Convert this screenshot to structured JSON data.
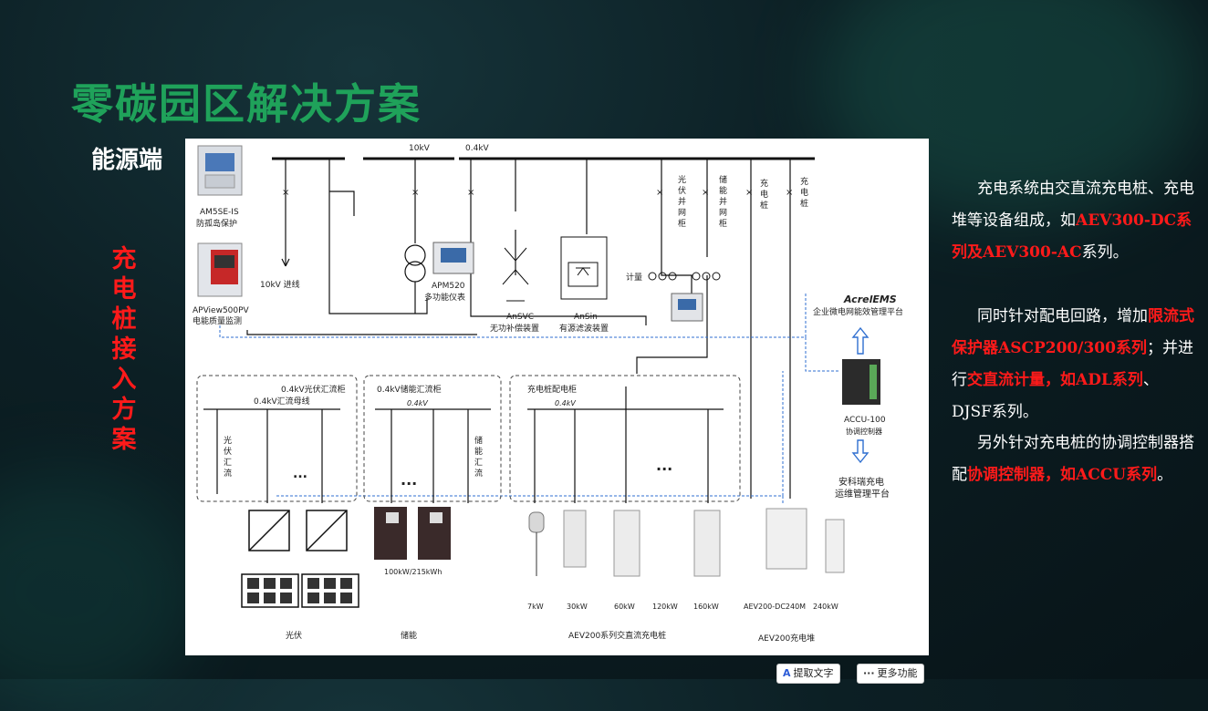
{
  "slide": {
    "title": "零碳园区解决方案",
    "subtitle": "能源端",
    "vertical_label": [
      "充",
      "电",
      "桩",
      "接",
      "入",
      "方",
      "案"
    ]
  },
  "diagram": {
    "top_labels": {
      "v10": "10kV",
      "v04": "0.4kV"
    },
    "devices": {
      "am5se_1": "AM5SE-IS",
      "am5se_2": "防孤岛保护",
      "apview_1": "APView500PV",
      "apview_2": "电能质量监测",
      "incoming": "10kV 进线",
      "apm_1": "APM520",
      "apm_2": "多功能仪表",
      "ansvc_1": "AnSVC",
      "ansvc_2": "无功补偿装置",
      "ansin_1": "AnSin",
      "ansin_2": "有源滤波装置",
      "metering": "计量",
      "pv_cabinet": [
        "光",
        "伏",
        "并",
        "网",
        "柜"
      ],
      "es_cabinet": [
        "储",
        "能",
        "并",
        "网",
        "柜"
      ],
      "charge1": [
        "充",
        "电",
        "桩"
      ],
      "charge2": [
        "充",
        "电",
        "桩"
      ]
    },
    "ems": {
      "name": "AcrelEMS",
      "desc": "企业微电网能效管理平台"
    },
    "accu": {
      "name": "ACCU-100",
      "desc": "协调控制器"
    },
    "ops": {
      "line1": "安科瑞充电",
      "line2": "运维管理平台"
    },
    "boxes": {
      "pv_box_title": "0.4kV光伏汇流柜",
      "pv_bus": "0.4kV汇流母线",
      "pv_switch": [
        "光",
        "伏",
        "汇",
        "流"
      ],
      "es_box_title": "0.4kV储能汇流柜",
      "es_voltage": "0.4kV",
      "es_switch": [
        "储",
        "能",
        "汇",
        "流"
      ],
      "charge_box_title": "充电桩配电柜",
      "charge_voltage": "0.4kV",
      "dots": "..."
    },
    "capacity_label": "100kW/215kWh",
    "charger_powers": [
      "7kW",
      "30kW",
      "60kW",
      "120kW",
      "160kW",
      "AEV200-DC240M",
      "240kW"
    ],
    "bottom_labels": {
      "pv": "光伏",
      "es": "储能",
      "chargers": "AEV200系列交直流充电桩",
      "stack": "AEV200充电堆"
    }
  },
  "text_panel": {
    "p1_a": "充电系统由交直流充电桩、充电堆等设备组成，如",
    "p1_red": "AEV300-DC系列及AEV300-AC",
    "p1_b": "系列。",
    "p2_a": "同时针对配电回路，增加",
    "p2_red1": "限流式保护器ASCP200/300系列",
    "p2_b": "；并进行",
    "p2_red2": "交直流计量，如ADL系列",
    "p2_c": "、DJSF系列。",
    "p3_a": "另外针对充电桩的协调控制器搭配",
    "p3_red": "协调控制器，如ACCU系列",
    "p3_b": "。"
  },
  "toolbar": {
    "extract_text": "提取文字",
    "more": "更多功能"
  },
  "colors": {
    "title_green": "#1fa25a",
    "highlight_red": "#ff1a1a",
    "link_blue": "#2f6fd0"
  }
}
